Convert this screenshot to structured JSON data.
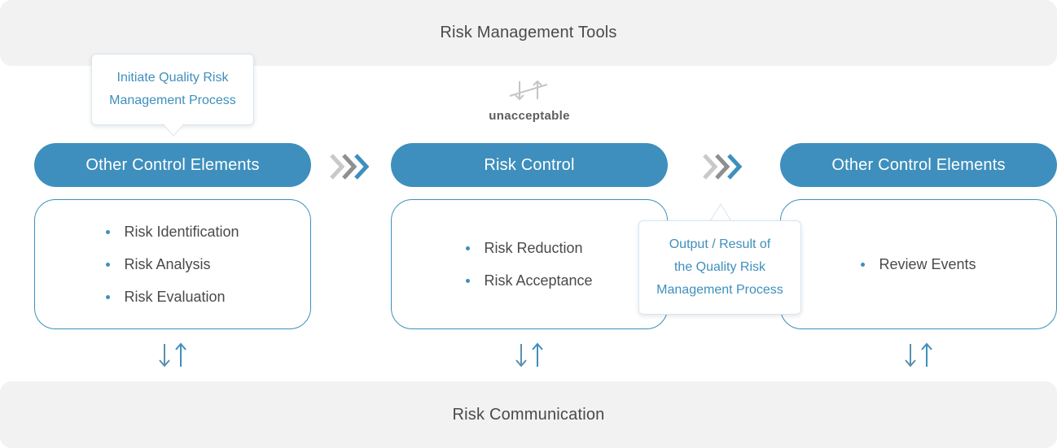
{
  "top_band": {
    "label": "Risk Management Tools"
  },
  "bottom_band": {
    "label": "Risk Communication"
  },
  "callout_initiate": {
    "line1": "Initiate Quality  Risk",
    "line2": "Management Process"
  },
  "callout_output": {
    "line1": "Output / Result of",
    "line2": "the Quality Risk",
    "line3": "Management Process"
  },
  "unacceptable_label": "unacceptable",
  "columns": [
    {
      "title": "Other Control Elements",
      "items": [
        "Risk Identification",
        "Risk Analysis",
        "Risk Evaluation"
      ]
    },
    {
      "title": "Risk Control",
      "items": [
        "Risk Reduction",
        "Risk Acceptance"
      ]
    },
    {
      "title": "Other Control Elements",
      "items": [
        "Review Events"
      ]
    }
  ],
  "colors": {
    "accent": "#3e8fbd",
    "band": "#f2f2f3",
    "text": "#4a4a4a",
    "chevron_light": "#c9c9c9",
    "chevron_mid": "#8f8f8f"
  }
}
